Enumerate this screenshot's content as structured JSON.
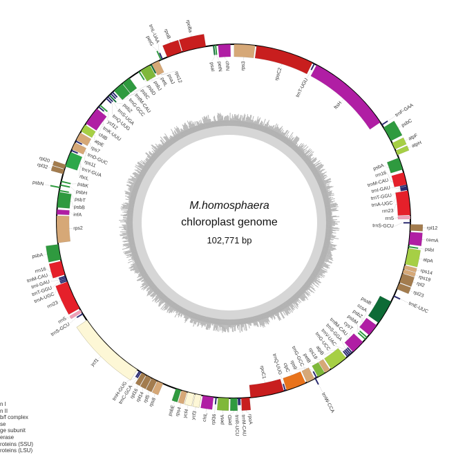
{
  "title": {
    "species": "M.homosphaera",
    "subtitle": "chloroplast genome",
    "size": "102,771 bp"
  },
  "genome_length_kb": 102.771,
  "colors": {
    "ps1": "#0d6b36",
    "ps2": "#2f9a3f",
    "cyt": "#7fb83a",
    "atp": "#a6cf45",
    "rubisco": "#2da84a",
    "rnap": "#c81e1e",
    "ssu": "#d6a877",
    "lsu": "#a37c4e",
    "other": "#b01ea4",
    "clp": "#e8731c",
    "ycf": "#fdf7d6",
    "rrna": "#e5202a",
    "rrna5": "#f0a0b8",
    "trna": "#2b2b70",
    "backbone": "#000000",
    "gc_dark": "#a9a9a9",
    "gc_light": "#d6d6d6"
  },
  "legend": {
    "items": [
      "n I",
      "n II",
      "b/f complex",
      "se",
      "ge subunit",
      "erase",
      "roteins (SSU)",
      "roteins (LSU)"
    ]
  },
  "genes": [
    {
      "n": "rps3",
      "s": 0.05,
      "e": 2.0,
      "str": "i",
      "t": "ssu"
    },
    {
      "n": "rpoC2",
      "s": 2.14,
      "e": 7.56,
      "str": "i",
      "t": "rnap"
    },
    {
      "n": "trnT-UGU",
      "s": 7.76,
      "e": 7.76,
      "str": "i",
      "t": "trna"
    },
    {
      "n": "ftsH",
      "s": 8.0,
      "e": 16.0,
      "str": "i",
      "t": "other"
    },
    {
      "n": "trnF-GAA",
      "s": 16.27,
      "e": 16.27,
      "str": "o",
      "t": "trna"
    },
    {
      "n": "psbC",
      "s": 16.56,
      "e": 17.98,
      "str": "o",
      "t": "ps2"
    },
    {
      "n": "atpF",
      "s": 18.21,
      "e": 18.84,
      "str": "o",
      "t": "atp"
    },
    {
      "n": "atpH",
      "s": 18.98,
      "e": 19.41,
      "str": "o",
      "t": "atp"
    },
    {
      "n": "psbA",
      "s": 19.7,
      "e": 20.84,
      "str": "i",
      "t": "ps2"
    },
    {
      "n": "rrn16",
      "s": 21.12,
      "e": 22.27,
      "str": "i",
      "t": "rrna"
    },
    {
      "n": "trnM-CAU",
      "s": 22.35,
      "e": 22.35,
      "str": "i",
      "t": "trna"
    },
    {
      "n": "trnI-GAU",
      "s": 22.5,
      "e": 22.5,
      "str": "i",
      "t": "trna"
    },
    {
      "n": "trnT-GGU",
      "s": 22.61,
      "e": 22.61,
      "str": "i",
      "t": "trna"
    },
    {
      "n": "trnA-UGC",
      "s": 22.72,
      "e": 22.72,
      "str": "i",
      "t": "trna"
    },
    {
      "n": "rrn23",
      "s": 22.84,
      "e": 25.12,
      "str": "i",
      "t": "rrna"
    },
    {
      "n": "rrn5",
      "s": 25.18,
      "e": 25.49,
      "str": "i",
      "t": "rrna5"
    },
    {
      "n": "trnS-GCU",
      "s": 25.84,
      "e": 25.84,
      "str": "i",
      "t": "trna"
    },
    {
      "n": "rpl12",
      "s": 25.98,
      "e": 26.55,
      "str": "o",
      "t": "lsu"
    },
    {
      "n": "cemA",
      "s": 26.69,
      "e": 27.83,
      "str": "o",
      "t": "other"
    },
    {
      "n": "psbI",
      "s": 28.06,
      "e": 28.06,
      "str": "o",
      "t": "ps2"
    },
    {
      "n": "atpA",
      "s": 28.2,
      "e": 29.69,
      "str": "o",
      "t": "atp"
    },
    {
      "n": "rps14",
      "s": 29.8,
      "e": 30.15,
      "str": "o",
      "t": "ssu"
    },
    {
      "n": "rps19",
      "s": 30.2,
      "e": 30.55,
      "str": "o",
      "t": "ssu"
    },
    {
      "n": "rpl2",
      "s": 30.6,
      "e": 31.46,
      "str": "o",
      "t": "lsu"
    },
    {
      "n": "rpl23",
      "s": 31.54,
      "e": 32.12,
      "str": "o",
      "t": "lsu"
    },
    {
      "n": "trnE-UUC",
      "s": 32.83,
      "e": 32.83,
      "str": "o",
      "t": "trna"
    },
    {
      "n": "psaB",
      "s": 33.4,
      "e": 35.68,
      "str": "i",
      "t": "ps1"
    },
    {
      "n": "ccsA",
      "s": 35.97,
      "e": 37.11,
      "str": "i",
      "t": "other"
    },
    {
      "n": "psbZ",
      "s": 37.4,
      "e": 37.4,
      "str": "i",
      "t": "ps2"
    },
    {
      "n": "psbM",
      "s": 37.62,
      "e": 37.62,
      "str": "i",
      "t": "ps2"
    },
    {
      "n": "cysT",
      "s": 37.97,
      "e": 39.25,
      "str": "i",
      "t": "other"
    },
    {
      "n": "trnfM-CAU",
      "s": 39.39,
      "e": 39.39,
      "str": "i",
      "t": "trna"
    },
    {
      "n": "trnS-GGA",
      "s": 39.57,
      "e": 39.57,
      "str": "i",
      "t": "trna"
    },
    {
      "n": "trnV-UAC",
      "s": 39.74,
      "e": 39.74,
      "str": "i",
      "t": "trna"
    },
    {
      "n": "trnG-UCC",
      "s": 39.91,
      "e": 39.91,
      "str": "i",
      "t": "trna"
    },
    {
      "n": "atpB",
      "s": 40.11,
      "e": 41.82,
      "str": "i",
      "t": "atp"
    },
    {
      "n": "rps18",
      "s": 41.96,
      "e": 42.48,
      "str": "i",
      "t": "ssu"
    },
    {
      "n": "petB",
      "s": 42.53,
      "e": 43.25,
      "str": "i",
      "t": "cyt"
    },
    {
      "n": "trnG-GCC",
      "s": 43.4,
      "e": 43.4,
      "str": "i",
      "t": "trna"
    },
    {
      "n": "trnW-CCA",
      "s": 43.53,
      "e": 43.53,
      "str": "o",
      "t": "trna"
    },
    {
      "n": "rps9",
      "s": 43.62,
      "e": 44.39,
      "str": "i",
      "t": "ssu"
    },
    {
      "n": "clpC",
      "s": 44.53,
      "e": 46.39,
      "str": "i",
      "t": "clp"
    },
    {
      "n": "trnQ-UUG",
      "s": 46.53,
      "e": 46.53,
      "str": "i",
      "t": "trna"
    },
    {
      "n": "rpoC1",
      "s": 46.67,
      "e": 49.81,
      "str": "i",
      "t": "rnap"
    },
    {
      "n": "rpoA",
      "s": 49.9,
      "e": 50.67,
      "str": "o",
      "t": "rnap"
    },
    {
      "n": "trnM-CAU",
      "s": 50.81,
      "e": 50.81,
      "str": "o",
      "t": "trna"
    },
    {
      "n": "trnR-UCU",
      "s": 50.93,
      "e": 50.93,
      "str": "o",
      "t": "trna"
    },
    {
      "n": "petD",
      "s": 51.04,
      "e": 51.67,
      "str": "o",
      "t": "ps2"
    },
    {
      "n": "petA",
      "s": 51.81,
      "e": 52.81,
      "str": "o",
      "t": "cyt"
    },
    {
      "n": "rpl36",
      "s": 53.0,
      "e": 53.0,
      "str": "o",
      "t": "trna"
    },
    {
      "n": "chlL",
      "s": 53.24,
      "e": 54.24,
      "str": "o",
      "t": "other"
    },
    {
      "n": "ycf3",
      "s": 54.38,
      "e": 54.95,
      "str": "o",
      "t": "ycf"
    },
    {
      "n": "ycf4",
      "s": 55.04,
      "e": 55.67,
      "str": "o",
      "t": "ycf"
    },
    {
      "n": "rps4",
      "s": 55.75,
      "e": 56.24,
      "str": "o",
      "t": "ssu"
    },
    {
      "n": "psbE",
      "s": 56.32,
      "e": 56.81,
      "str": "o",
      "t": "ps2"
    },
    {
      "n": "rps8",
      "s": 58.09,
      "e": 58.66,
      "str": "o",
      "t": "ssu"
    },
    {
      "n": "rpl5",
      "s": 58.72,
      "e": 59.24,
      "str": "o",
      "t": "lsu"
    },
    {
      "n": "rpl14",
      "s": 59.29,
      "e": 59.81,
      "str": "o",
      "t": "lsu"
    },
    {
      "n": "rpl16",
      "s": 59.87,
      "e": 60.29,
      "str": "o",
      "t": "lsu"
    },
    {
      "n": "trnC-GCA",
      "s": 60.41,
      "e": 60.41,
      "str": "o",
      "t": "trna"
    },
    {
      "n": "trnH-GUG",
      "s": 60.55,
      "e": 60.55,
      "str": "o",
      "t": "trna"
    },
    {
      "n": "ycf1",
      "s": 60.81,
      "e": 67.37,
      "str": "o",
      "t": "ycf"
    },
    {
      "n": "trnS-GCU",
      "s": 68.08,
      "e": 68.08,
      "str": "o",
      "t": "trna"
    },
    {
      "n": "rrn5",
      "s": 68.23,
      "e": 68.51,
      "str": "o",
      "t": "rrna5"
    },
    {
      "n": "rrn23",
      "s": 68.66,
      "e": 71.37,
      "str": "o",
      "t": "rrna"
    },
    {
      "n": "trnA-UGC",
      "s": 71.48,
      "e": 71.48,
      "str": "o",
      "t": "trna"
    },
    {
      "n": "trnT-GGU",
      "s": 71.62,
      "e": 71.62,
      "str": "o",
      "t": "trna"
    },
    {
      "n": "trnI-GAU",
      "s": 71.77,
      "e": 71.77,
      "str": "o",
      "t": "trna"
    },
    {
      "n": "trnM-CAU",
      "s": 71.91,
      "e": 71.91,
      "str": "o",
      "t": "trna"
    },
    {
      "n": "rrn16",
      "s": 72.08,
      "e": 73.37,
      "str": "o",
      "t": "rrna"
    },
    {
      "n": "psbA",
      "s": 73.51,
      "e": 74.94,
      "str": "o",
      "t": "ps2"
    },
    {
      "n": "rps2",
      "s": 75.08,
      "e": 77.59,
      "str": "i",
      "t": "ssu"
    },
    {
      "n": "infA",
      "s": 77.71,
      "e": 78.16,
      "str": "i",
      "t": "other"
    },
    {
      "n": "psbB",
      "s": 78.36,
      "e": 79.79,
      "str": "i",
      "t": "ps2"
    },
    {
      "n": "psbT",
      "s": 79.93,
      "e": 79.93,
      "str": "i",
      "t": "ps2"
    },
    {
      "n": "psbN",
      "s": 80.22,
      "e": 80.22,
      "str": "o",
      "t": "ps2"
    },
    {
      "n": "psbH",
      "s": 80.45,
      "e": 80.45,
      "str": "i",
      "t": "ps2"
    },
    {
      "n": "psbK",
      "s": 80.79,
      "e": 80.79,
      "str": "i",
      "t": "ps2"
    },
    {
      "n": "rpl32",
      "s": 81.5,
      "e": 81.93,
      "str": "o",
      "t": "lsu"
    },
    {
      "n": "rpl20",
      "s": 81.99,
      "e": 82.39,
      "str": "o",
      "t": "lsu"
    },
    {
      "n": "rbcL",
      "s": 82.22,
      "e": 83.64,
      "str": "i",
      "t": "rubisco"
    },
    {
      "n": "trnY-GUA",
      "s": 83.81,
      "e": 83.81,
      "str": "i",
      "t": "trna"
    },
    {
      "n": "rps11",
      "s": 83.93,
      "e": 84.61,
      "str": "i",
      "t": "ssu"
    },
    {
      "n": "trnD-GUC",
      "s": 84.76,
      "e": 84.76,
      "str": "i",
      "t": "trna"
    },
    {
      "n": "rps7",
      "s": 84.87,
      "e": 85.64,
      "str": "i",
      "t": "ssu"
    },
    {
      "n": "atpE",
      "s": 85.79,
      "e": 86.5,
      "str": "i",
      "t": "atp"
    },
    {
      "n": "chlB",
      "s": 86.64,
      "e": 88.35,
      "str": "i",
      "t": "other"
    },
    {
      "n": "trnK-UUU",
      "s": 88.58,
      "e": 88.58,
      "str": "i",
      "t": "trna"
    },
    {
      "n": "ycf12",
      "s": 88.78,
      "e": 88.78,
      "str": "i",
      "t": "ps2"
    },
    {
      "n": "trnQ-UUG",
      "s": 89.64,
      "e": 89.64,
      "str": "i",
      "t": "trna"
    },
    {
      "n": "trnS-UGA",
      "s": 89.84,
      "e": 89.84,
      "str": "i",
      "t": "trna"
    },
    {
      "n": "psbZ",
      "s": 90.04,
      "e": 90.04,
      "str": "i",
      "t": "ps1"
    },
    {
      "n": "trnG-GCC",
      "s": 90.24,
      "e": 90.24,
      "str": "i",
      "t": "trna"
    },
    {
      "n": "trnfM-CAU",
      "s": 90.44,
      "e": 90.44,
      "str": "i",
      "t": "trna"
    },
    {
      "n": "psbC",
      "s": 90.64,
      "e": 91.64,
      "str": "i",
      "t": "ps2"
    },
    {
      "n": "psbD",
      "s": 91.69,
      "e": 92.49,
      "str": "i",
      "t": "ps2"
    },
    {
      "n": "psbJ",
      "s": 93.55,
      "e": 93.55,
      "str": "i",
      "t": "ps2"
    },
    {
      "n": "petL",
      "s": 93.72,
      "e": 94.72,
      "str": "i",
      "t": "cyt"
    },
    {
      "n": "psaJ",
      "s": 94.84,
      "e": 94.84,
      "str": "i",
      "t": "ps1"
    },
    {
      "n": "rps12",
      "s": 94.92,
      "e": 95.63,
      "str": "i",
      "t": "ssu"
    },
    {
      "n": "petG",
      "s": 95.86,
      "e": 95.86,
      "str": "o",
      "t": "ps2"
    },
    {
      "n": "trnL-UAA",
      "s": 96.0,
      "e": 96.0,
      "str": "o",
      "t": "trna"
    },
    {
      "n": "rpoB",
      "s": 96.49,
      "e": 97.92,
      "str": "o",
      "t": "rnap"
    },
    {
      "n": "rpoBa",
      "s": 98.0,
      "e": 100.2,
      "str": "o",
      "t": "rnap"
    },
    {
      "n": "psaI",
      "s": 100.92,
      "e": 100.92,
      "str": "i",
      "t": "ps1"
    },
    {
      "n": "petN",
      "s": 101.11,
      "e": 101.11,
      "str": "i",
      "t": "ps2"
    },
    {
      "n": "chlN",
      "s": 101.34,
      "e": 102.48,
      "str": "i",
      "t": "other"
    }
  ]
}
